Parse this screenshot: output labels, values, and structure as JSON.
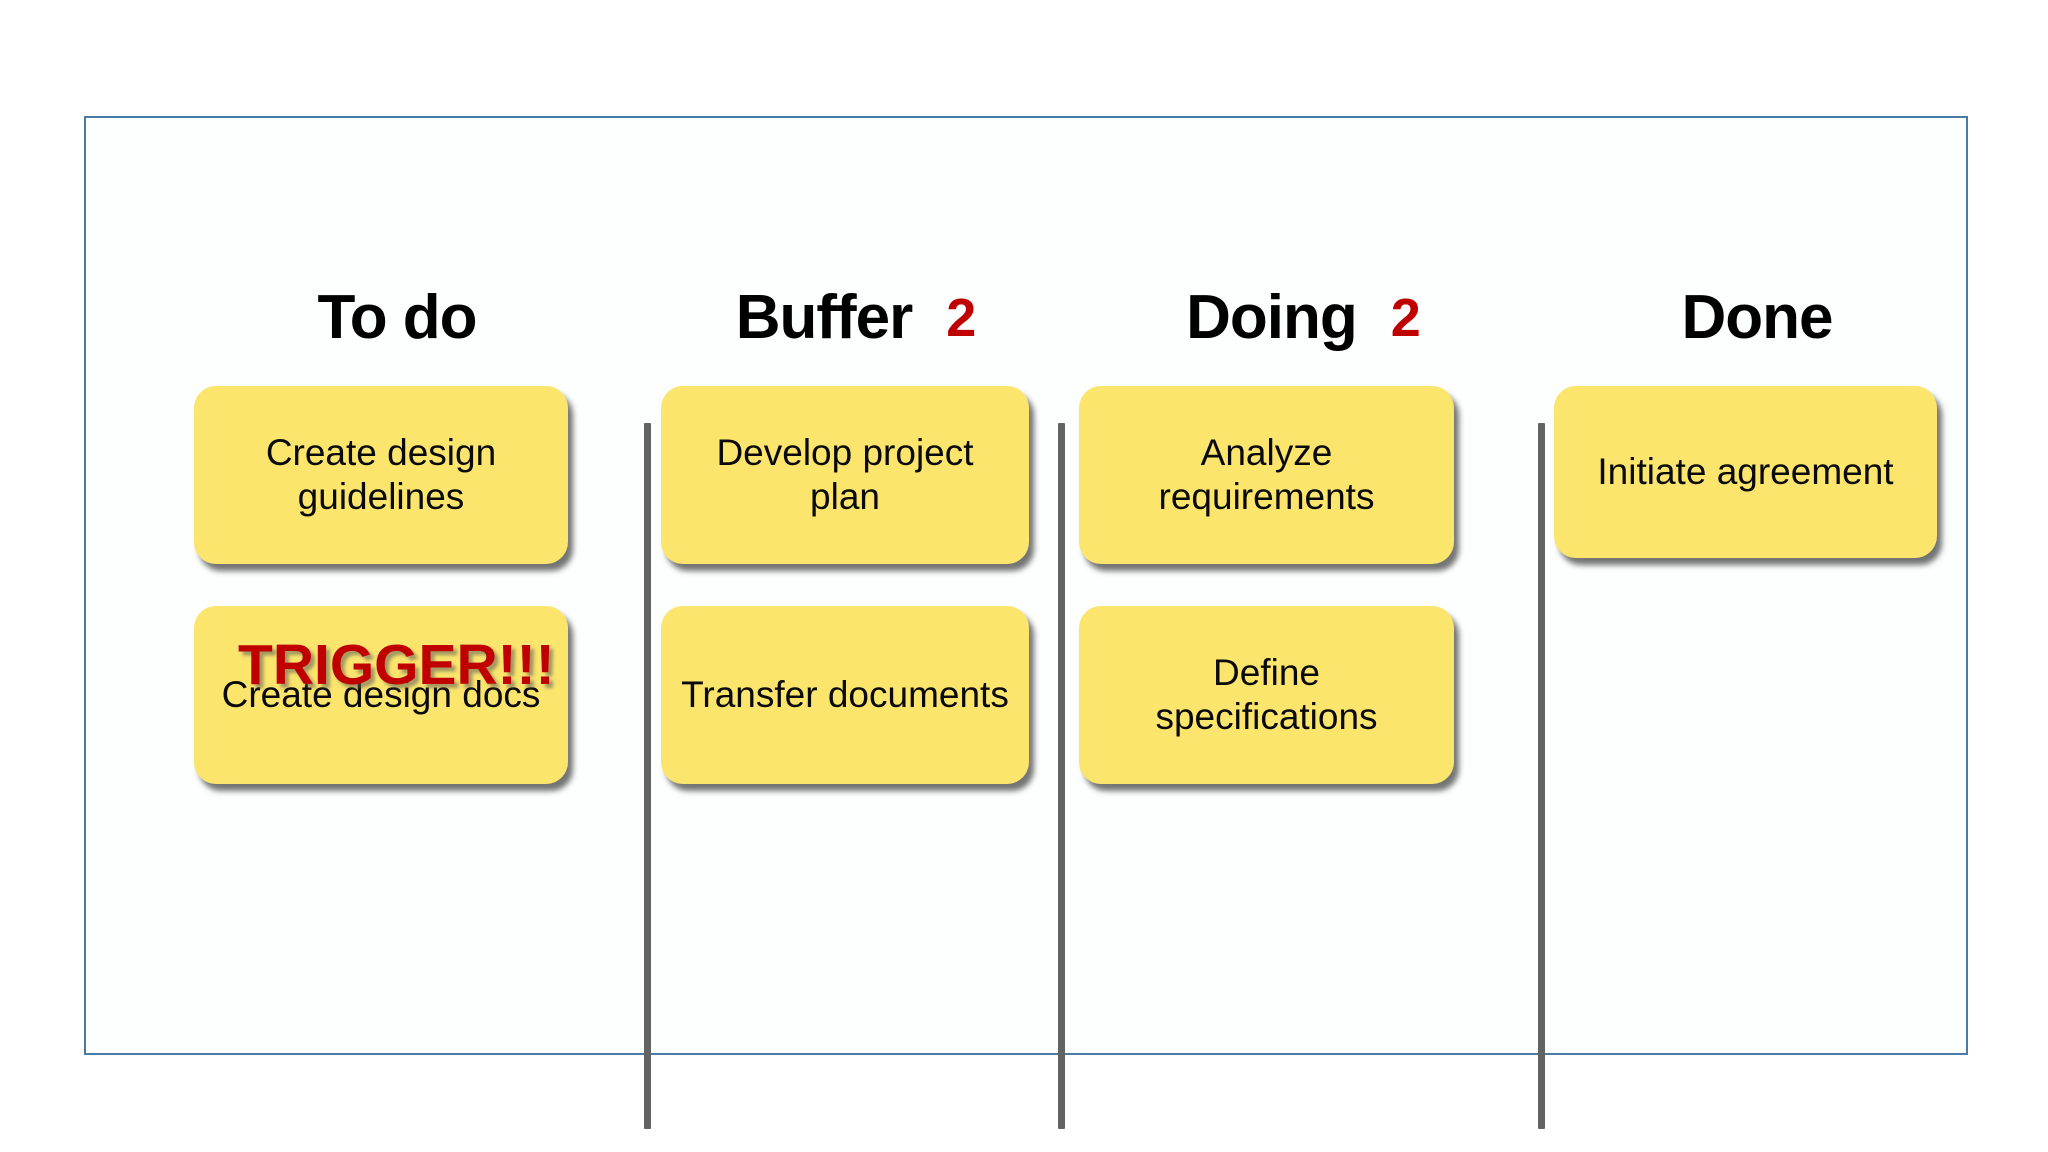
{
  "board": {
    "frame_border_color": "#4a7ba7",
    "card_color": "#fbe56c",
    "wip_color": "#c00000",
    "divider_color": "#636363"
  },
  "columns": [
    {
      "id": "todo",
      "title": "To do",
      "wip_limit": "",
      "cards": [
        {
          "label": "Create design guidelines"
        },
        {
          "label": "Create design docs"
        }
      ]
    },
    {
      "id": "buffer",
      "title": "Buffer",
      "wip_limit": "2",
      "cards": [
        {
          "label": "Develop project plan"
        },
        {
          "label": "Transfer documents"
        }
      ]
    },
    {
      "id": "doing",
      "title": "Doing",
      "wip_limit": "2",
      "cards": [
        {
          "label": "Analyze requirements"
        },
        {
          "label": "Define specifications"
        }
      ]
    },
    {
      "id": "done",
      "title": "Done",
      "wip_limit": "",
      "cards": [
        {
          "label": "Initiate agreement"
        }
      ]
    }
  ],
  "annotations": {
    "trigger": "TRIGGER!!!"
  }
}
